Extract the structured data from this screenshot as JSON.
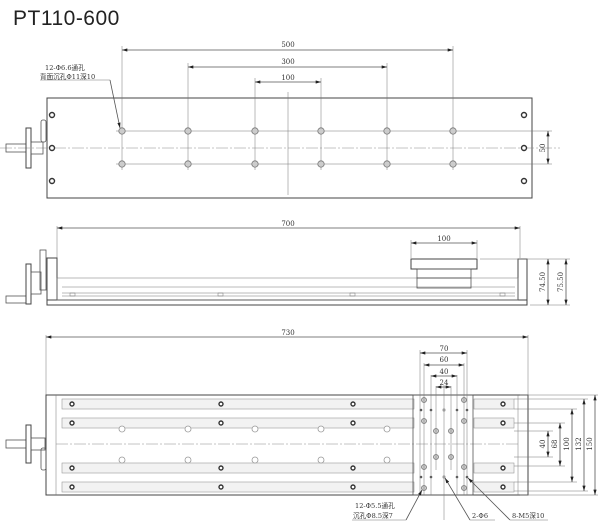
{
  "title": "PT110-600",
  "top_view": {
    "dimensions": {
      "d500": "500",
      "d300": "300",
      "d100": "100",
      "d50": "50"
    },
    "note_line1": "12-Φ6.6通孔",
    "note_line2": "背面沉孔Φ11深10"
  },
  "side_view": {
    "dimensions": {
      "d700": "700",
      "d100": "100",
      "h1": "74.50",
      "h2": "75.50"
    }
  },
  "bottom_view": {
    "dimensions": {
      "d730": "730",
      "w70": "70",
      "w60": "60",
      "w40": "40",
      "w24": "24",
      "h40": "40",
      "h68": "68",
      "h100": "100",
      "h132": "132",
      "h150": "150"
    },
    "note_a_line1": "12-Φ5.5通孔",
    "note_a_line2": "沉孔Φ8.5深7",
    "note_b": "2-Φ6",
    "note_c": "8-M5深10"
  },
  "icons": {
    "handwheel": "handwheel-crank-icon",
    "lock_lever": "lock-lever-icon"
  }
}
